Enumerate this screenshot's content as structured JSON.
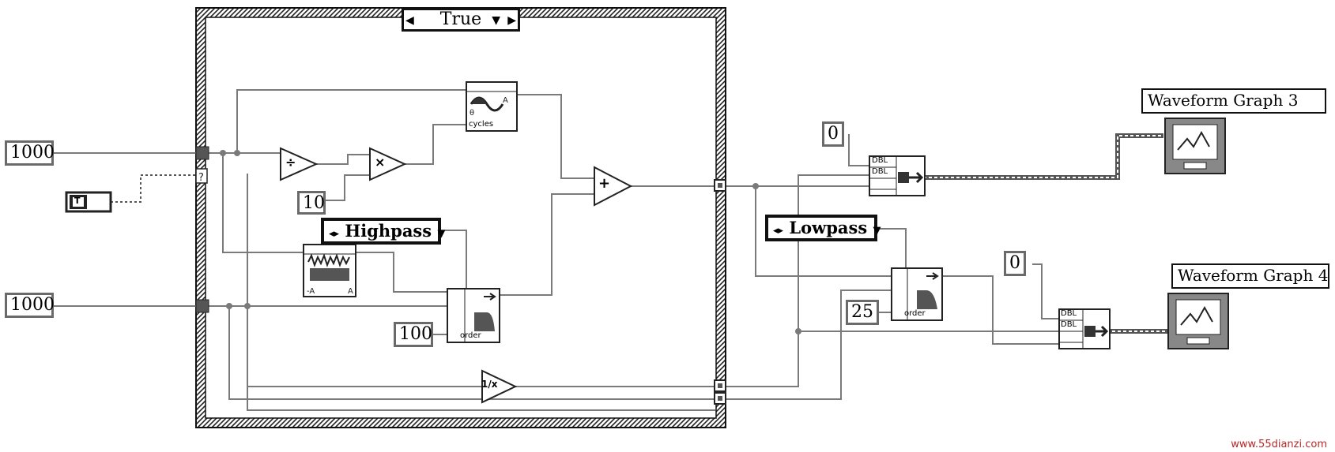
{
  "case_selector": {
    "value": "True"
  },
  "inputs": {
    "samples_top": "1000",
    "samples_bottom": "1000",
    "divisor": "10",
    "highpass_cutoff": "100",
    "lowpass_cutoff": "25",
    "t0_top": "0",
    "t0_bottom": "0"
  },
  "filters": {
    "highpass_type": "Highpass",
    "lowpass_type": "Lowpass",
    "order_label": "order"
  },
  "indicators": {
    "graph3": "Waveform Graph 3",
    "graph4": "Waveform Graph 4"
  },
  "vi_labels": {
    "sine_cycles": "cycles",
    "bundle_dbl": "DBL",
    "boolean_t": "T",
    "divide": "÷",
    "multiply": "×",
    "add": "+",
    "reciprocal": "1/x"
  },
  "watermark": "www.55dianzi.com",
  "colors": {
    "wire": "#7a7a7a",
    "frame": "#222222",
    "waveform_wire": "#555555"
  }
}
